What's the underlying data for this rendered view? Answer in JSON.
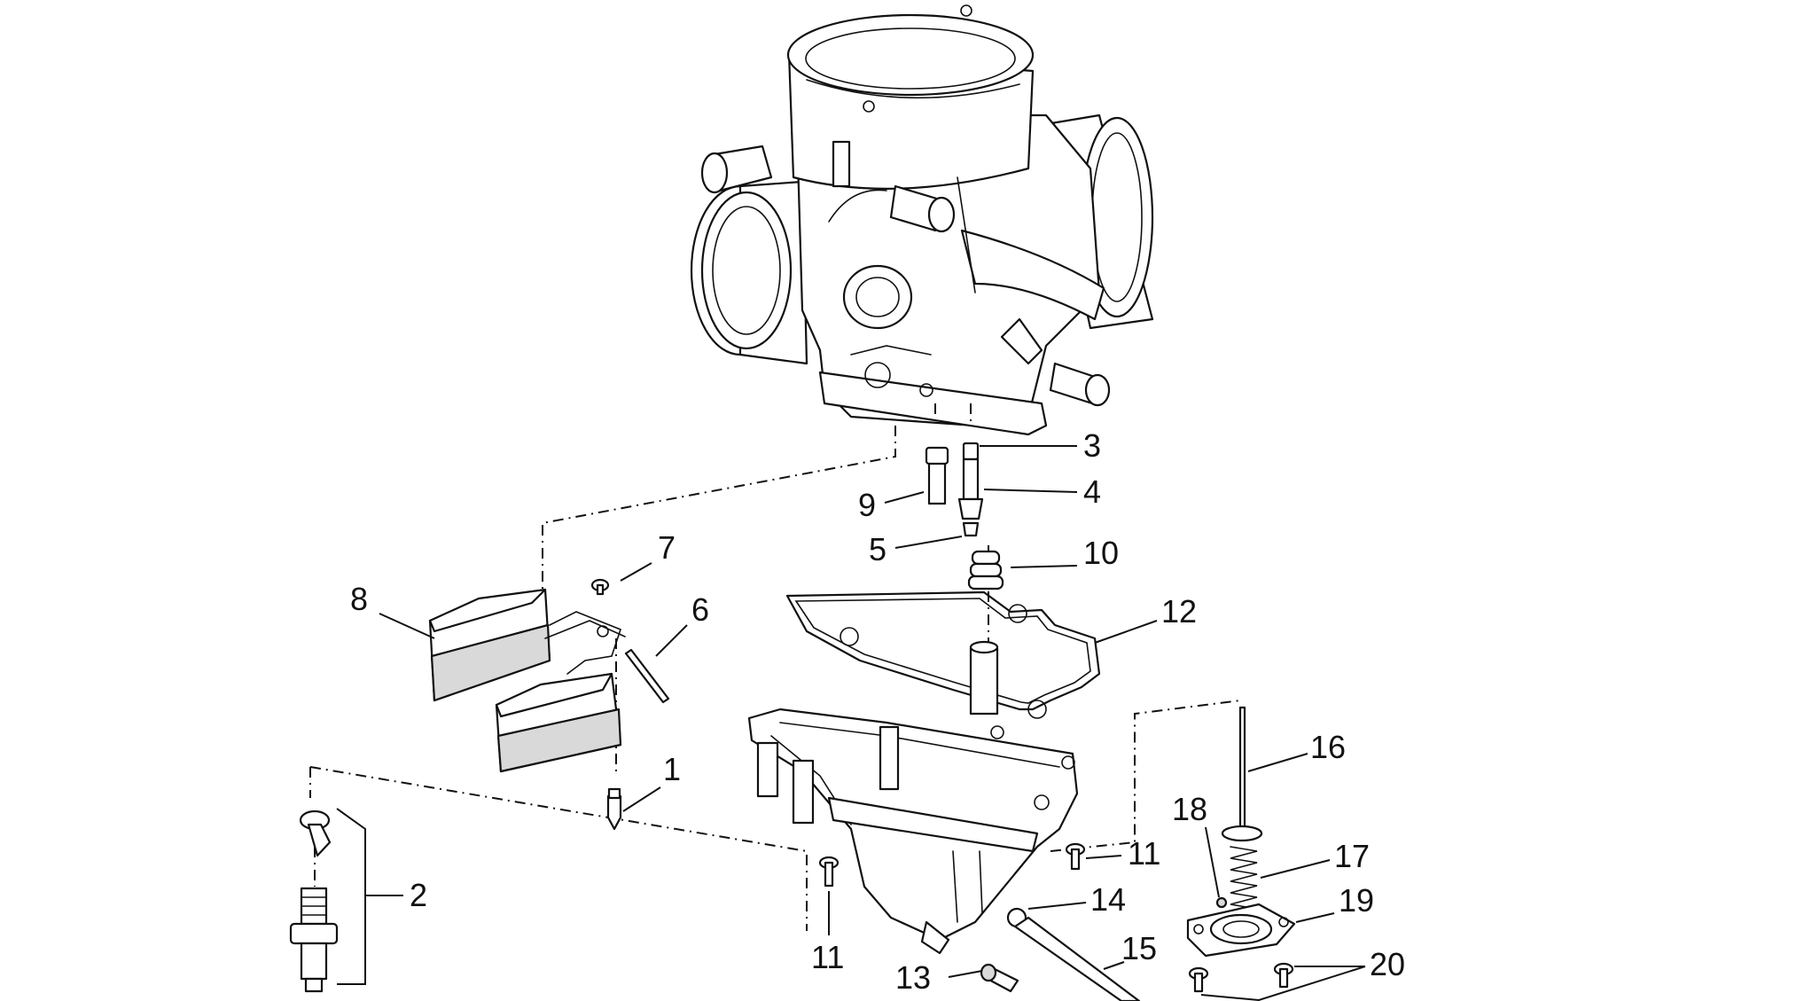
{
  "callouts": {
    "c1": "1",
    "c2": "2",
    "c3": "3",
    "c4": "4",
    "c5": "5",
    "c6": "6",
    "c7": "7",
    "c8": "8",
    "c9": "9",
    "c10": "10",
    "c11a": "11",
    "c11b": "11",
    "c12": "12",
    "c13": "13",
    "c14": "14",
    "c15": "15",
    "c16": "16",
    "c17": "17",
    "c18": "18",
    "c19": "19",
    "c20": "20"
  }
}
